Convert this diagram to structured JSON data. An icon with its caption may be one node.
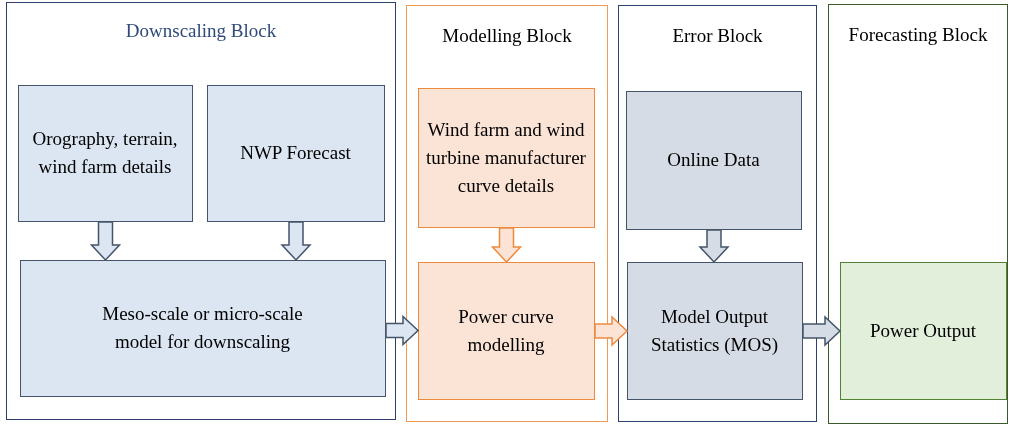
{
  "diagram": {
    "nodes": [
      {
        "text": [
          "Downscaling Block"
        ]
      },
      {
        "text": [
          "Orography, terrain, wind farm details"
        ],
        "in": 0
      },
      {
        "text": [
          "NWP Forecast"
        ],
        "in": 0
      },
      {
        "text": [
          "Meso-scale or micro-scale model for downscaling"
        ],
        "in": 0
      },
      {
        "text": [
          "Modelling Block"
        ]
      },
      {
        "text": [
          "Wind farm and wind turbine manufacturer curve details"
        ],
        "in": 4
      },
      {
        "text": [
          "Power curve modelling"
        ],
        "in": 4
      },
      {
        "text": [
          "Error Block"
        ]
      },
      {
        "text": [
          "Online Data"
        ],
        "in": 7
      },
      {
        "text": [
          "Model Output Statistics (MOS)"
        ],
        "in": 7
      },
      {
        "text": [
          "Forecasting Block"
        ]
      },
      {
        "text": [
          "Power Output"
        ],
        "in": 10
      }
    ],
    "edges": [
      {
        "from": 1,
        "to": 3,
        "arrow": "to"
      },
      {
        "from": 2,
        "to": 3,
        "arrow": "to"
      },
      {
        "from": 3,
        "to": 6,
        "arrow": "to"
      },
      {
        "from": 5,
        "to": 6,
        "arrow": "to"
      },
      {
        "from": 6,
        "to": 9,
        "arrow": "to"
      },
      {
        "from": 8,
        "to": 9,
        "arrow": "to"
      },
      {
        "from": 9,
        "to": 11,
        "arrow": "to"
      }
    ]
  }
}
